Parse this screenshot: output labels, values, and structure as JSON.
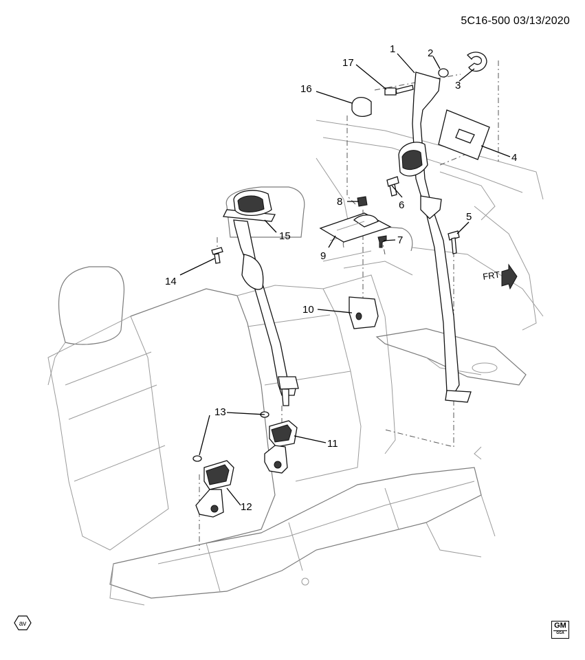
{
  "header": {
    "code": "5C16-500 03/13/2020"
  },
  "direction_label": "FRT",
  "badges": {
    "av": "av",
    "gm": "GM",
    "gm_sub": "GGA"
  },
  "callouts": [
    {
      "n": "1",
      "label": "1"
    },
    {
      "n": "2",
      "label": "2"
    },
    {
      "n": "3",
      "label": "3"
    },
    {
      "n": "4",
      "label": "4"
    },
    {
      "n": "5",
      "label": "5"
    },
    {
      "n": "6",
      "label": "6"
    },
    {
      "n": "7",
      "label": "7"
    },
    {
      "n": "8",
      "label": "8"
    },
    {
      "n": "9",
      "label": "9"
    },
    {
      "n": "10",
      "label": "10"
    },
    {
      "n": "11",
      "label": "11"
    },
    {
      "n": "12",
      "label": "12"
    },
    {
      "n": "13",
      "label": "13"
    },
    {
      "n": "14",
      "label": "14"
    },
    {
      "n": "15",
      "label": "15"
    },
    {
      "n": "16",
      "label": "16"
    },
    {
      "n": "17",
      "label": "17"
    }
  ]
}
